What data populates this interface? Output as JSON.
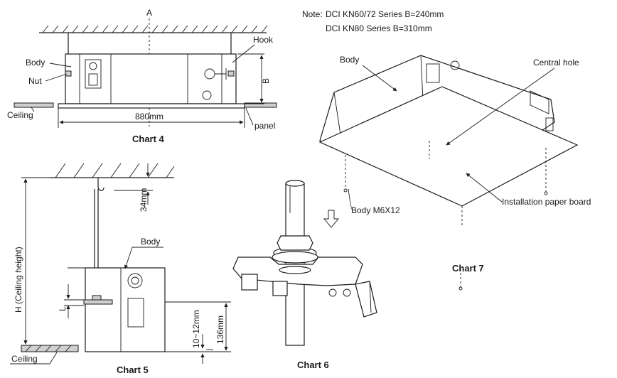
{
  "note": {
    "prefix": "Note:",
    "line1": "DCI KN60/72 Series B=240mm",
    "line2": "DCI KN80 Series B=310mm"
  },
  "chart4": {
    "caption": "Chart 4",
    "label_a": "A",
    "label_b": "B",
    "body": "Body",
    "nut": "Nut",
    "ceiling": "Ceiling",
    "hook": "Hook",
    "panel": "panel",
    "width": "880mm"
  },
  "chart5": {
    "caption": "Chart 5",
    "body": "Body",
    "ceiling": "Ceiling",
    "ceiling_height": "H (Ceiling height)",
    "dim_34": "34mm",
    "dim_10_12": "10~12mm",
    "dim_136": "136mm",
    "dim_l": "L"
  },
  "chart6": {
    "caption": "Chart 6"
  },
  "chart7": {
    "caption": "Chart 7",
    "body": "Body",
    "central_hole": "Central hole",
    "paper_board": "Installation paper board",
    "body_screw": "Body M6X12"
  }
}
